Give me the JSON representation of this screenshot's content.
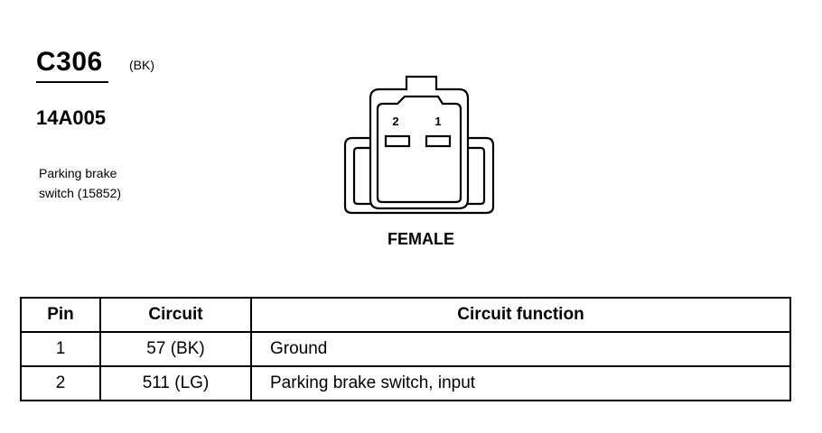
{
  "connector": {
    "id": "C306",
    "color_code": "(BK)",
    "part_number": "14A005",
    "description_line1": "Parking brake",
    "description_line2": "switch (15852)",
    "view": "FEMALE",
    "pin_labels": [
      "2",
      "1"
    ]
  },
  "table": {
    "headers": [
      "Pin",
      "Circuit",
      "Circuit function"
    ],
    "rows": [
      {
        "pin": "1",
        "circuit": "57 (BK)",
        "function": "Ground"
      },
      {
        "pin": "2",
        "circuit": "511 (LG)",
        "function": "Parking brake switch, input"
      }
    ]
  }
}
